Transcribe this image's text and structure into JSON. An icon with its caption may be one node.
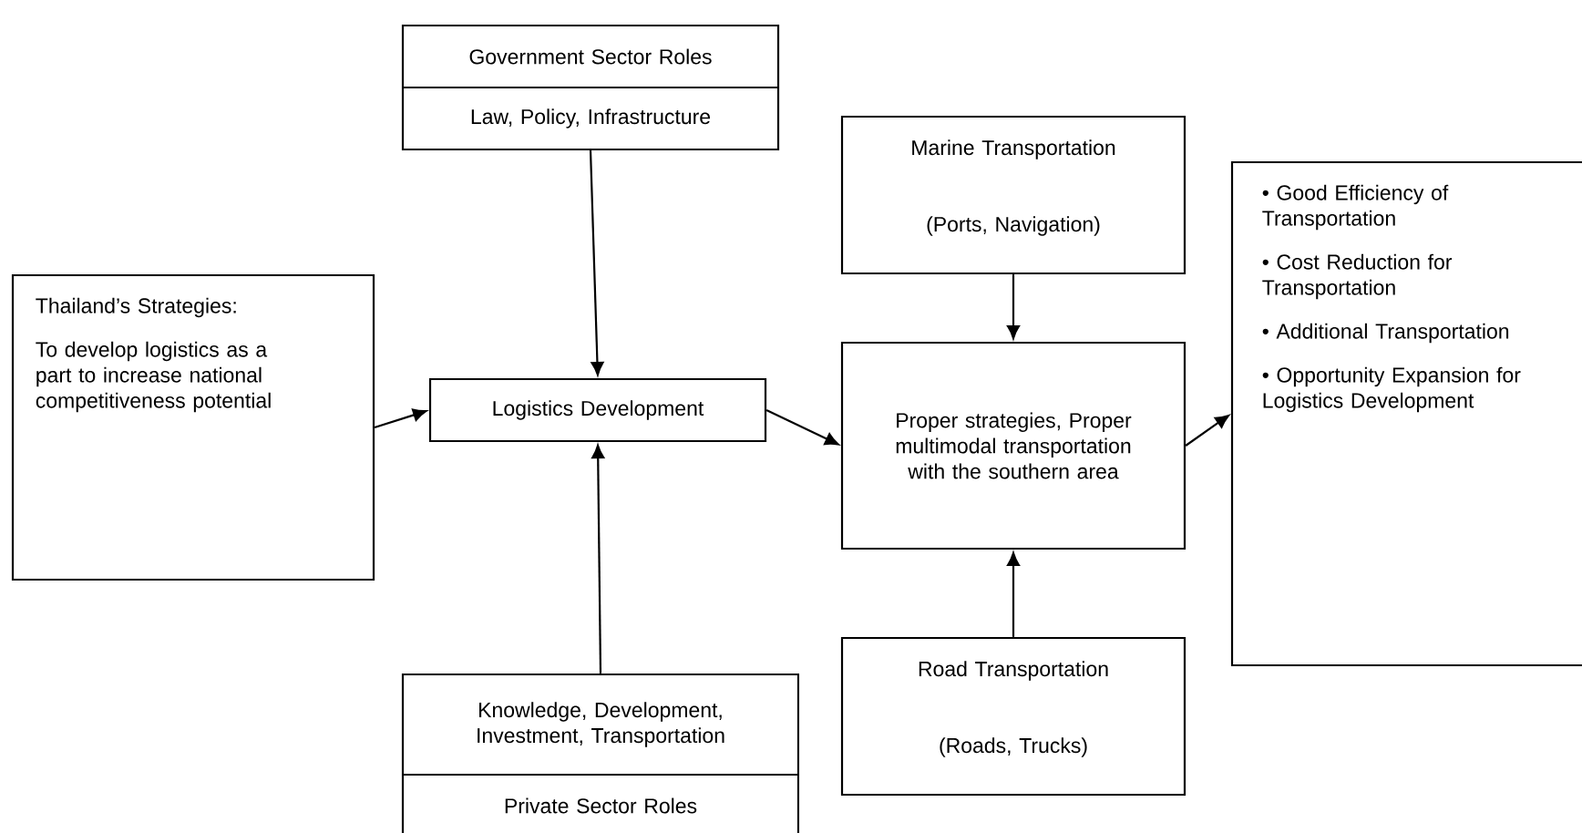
{
  "diagram": {
    "nodes": [
      {
        "text": [
          "Government Sector Roles",
          "Law, Policy, Infrastructure"
        ]
      },
      {
        "text": [
          "Thailand’s Strategies:",
          "To develop logistics as a part to increase national competitiveness potential"
        ]
      },
      {
        "text": [
          "Logistics Development"
        ]
      },
      {
        "text": [
          "Knowledge, Development, Investment, Transportation",
          "Private Sector Roles"
        ]
      },
      {
        "text": [
          "Marine Transportation",
          "(Ports, Navigation)"
        ]
      },
      {
        "text": [
          "Proper strategies, Proper multimodal transportation with the southern area"
        ]
      },
      {
        "text": [
          "Road Transportation",
          "(Roads, Trucks)"
        ]
      },
      {
        "text": [
          "• Good Efficiency of Transportation",
          "• Cost Reduction for Transportation",
          "• Additional Transportation",
          "• Opportunity Expansion for Logistics Development"
        ]
      }
    ],
    "edges": [
      {
        "from": 0,
        "to": 2,
        "arrow": "to"
      },
      {
        "from": 1,
        "to": 2,
        "arrow": "to"
      },
      {
        "from": 3,
        "to": 2,
        "arrow": "to"
      },
      {
        "from": 2,
        "to": 5,
        "arrow": "to"
      },
      {
        "from": 4,
        "to": 5,
        "arrow": "to"
      },
      {
        "from": 6,
        "to": 5,
        "arrow": "to"
      },
      {
        "from": 5,
        "to": 7,
        "arrow": "to"
      }
    ]
  }
}
